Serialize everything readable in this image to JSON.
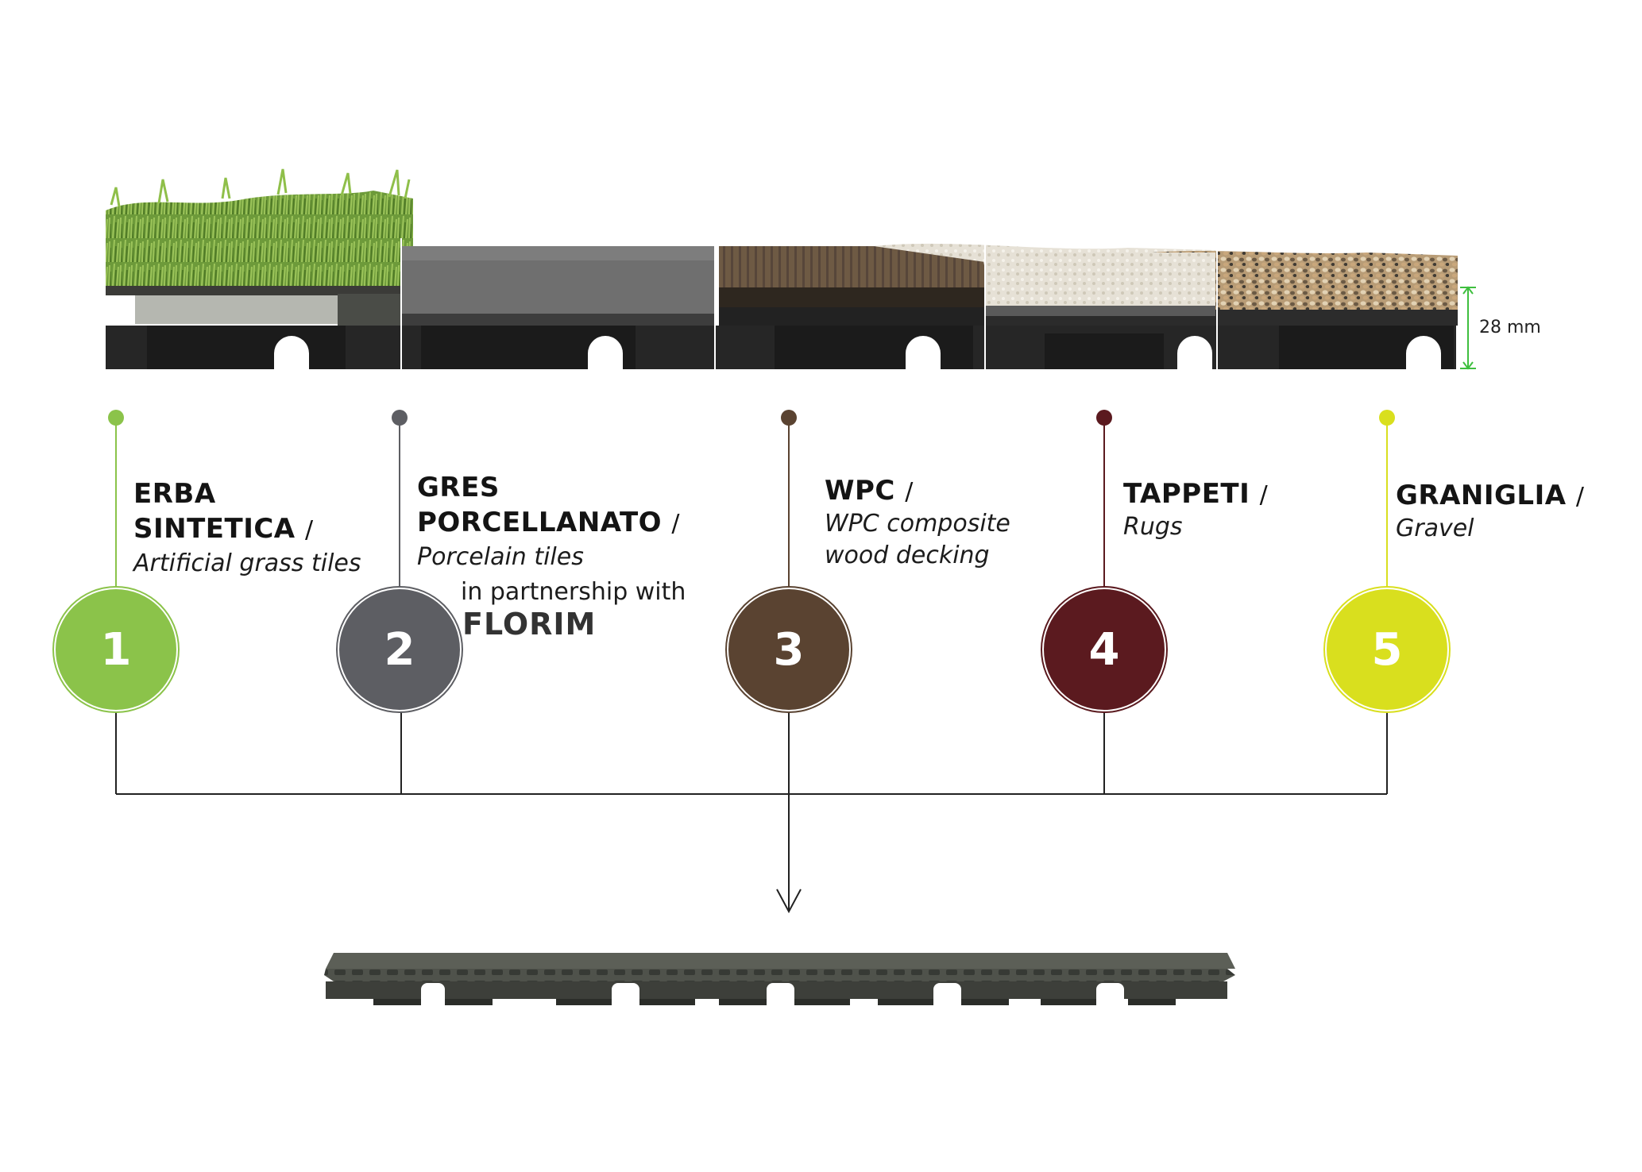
{
  "thickness_label": "28 mm",
  "colors": {
    "item1": "#8bc34a",
    "item2": "#5d5e63",
    "item3": "#5a4331",
    "item4": "#5b1a1f",
    "item5": "#d9df1e",
    "dimension_line": "#3fbf3f",
    "connector": "#222222"
  },
  "items": [
    {
      "number": "1",
      "title_lines": [
        "ERBA",
        "SINTETICA"
      ],
      "slash": "/",
      "subtitle_lines": [
        "Artificial grass tiles"
      ],
      "color_key": "item1"
    },
    {
      "number": "2",
      "title_lines": [
        "GRES",
        "PORCELLANATO"
      ],
      "slash": "/",
      "subtitle_lines": [
        "Porcelain tiles"
      ],
      "partner_text": "in partnership with",
      "partner_brand": "FLORIM",
      "color_key": "item2"
    },
    {
      "number": "3",
      "title_lines": [
        "WPC"
      ],
      "slash": "/",
      "subtitle_lines": [
        "WPC composite",
        "wood decking"
      ],
      "color_key": "item3"
    },
    {
      "number": "4",
      "title_lines": [
        "TAPPETI"
      ],
      "slash": "/",
      "subtitle_lines": [
        "Rugs"
      ],
      "color_key": "item4"
    },
    {
      "number": "5",
      "title_lines": [
        "GRANIGLIA"
      ],
      "slash": "/",
      "subtitle_lines": [
        "Gravel"
      ],
      "color_key": "item5"
    }
  ],
  "surfaces": [
    {
      "name": "artificial-grass",
      "icon": "grass-texture"
    },
    {
      "name": "porcelain",
      "icon": "stone-slab"
    },
    {
      "name": "wpc-decking",
      "icon": "wood-plank"
    },
    {
      "name": "rug",
      "icon": "carpet-texture"
    },
    {
      "name": "gravel",
      "icon": "pebbles-texture"
    }
  ],
  "base_tile": {
    "icon": "plastic-grid-tile"
  }
}
